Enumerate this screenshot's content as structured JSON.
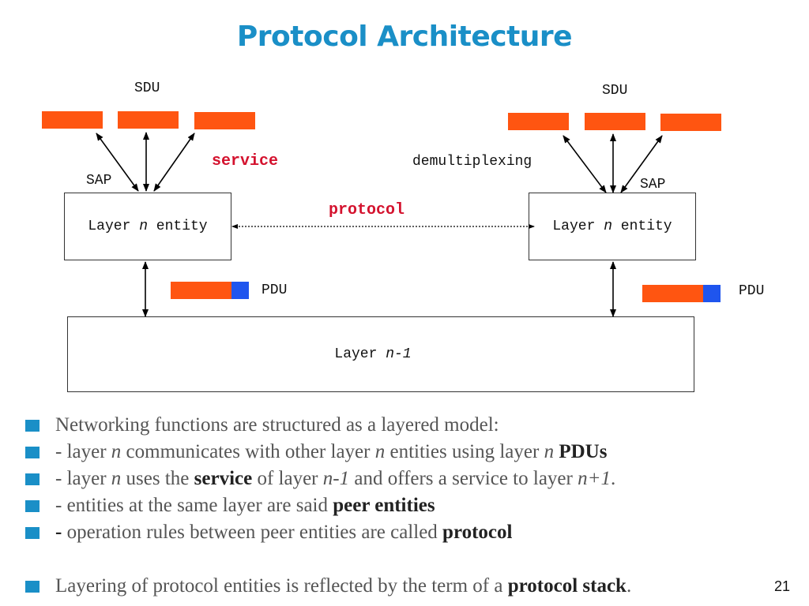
{
  "title": "Protocol Architecture",
  "diagram": {
    "left": {
      "sdu": "SDU",
      "sap": "SAP",
      "entity_prefix": "Layer ",
      "entity_n": "n",
      "entity_suffix": " entity",
      "pdu": "PDU"
    },
    "right": {
      "sdu": "SDU",
      "sap": "SAP",
      "entity_prefix": "Layer ",
      "entity_n": "n",
      "entity_suffix": " entity",
      "pdu": "PDU"
    },
    "service": "service",
    "protocol": "protocol",
    "demux": "demultiplexing",
    "lower_prefix": "Layer ",
    "lower_n": "n-1",
    "colors": {
      "sdu": "#ff5511",
      "header": "#1f55ee",
      "accent": "#1a8fc7",
      "highlight": "#d4122e"
    }
  },
  "bullets": {
    "b1": "Networking functions are structured as a layered model:",
    "b2": {
      "t1": "- layer ",
      "i1": "n",
      "t2": " communicates with other layer ",
      "i2": "n",
      "t3": " entities using layer ",
      "i3": "n",
      "t4": " ",
      "bold": "PDUs"
    },
    "b3": {
      "t1": "- layer ",
      "i1": "n",
      "t2": " uses the ",
      "bold": "service",
      "t3": " of layer ",
      "i2": "n-1",
      "t4": " and offers a service to layer ",
      "i3": "n+1",
      "t5": "."
    },
    "b4": {
      "t1": "- entities at the same layer are said ",
      "bold": "peer entities"
    },
    "b5": {
      "dash": "-",
      "t1": " operation rules between peer entities are called ",
      "bold": "protocol"
    },
    "b6": {
      "t1": "Layering of protocol entities is reflected by the term of a ",
      "bold": "protocol stack",
      "t2": "."
    }
  },
  "page_number": "21"
}
